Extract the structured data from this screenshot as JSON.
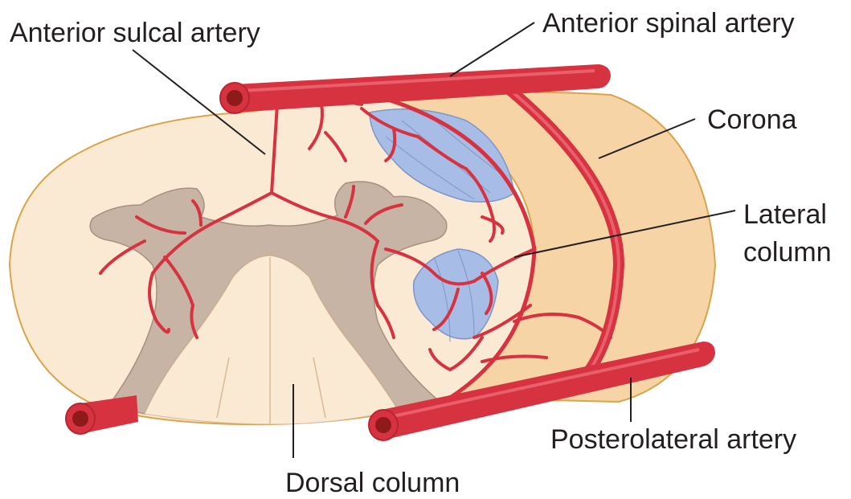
{
  "labels": {
    "anterior_sulcal_artery": "Anterior sulcal artery",
    "anterior_spinal_artery": "Anterior spinal artery",
    "corona": "Corona",
    "lateral_line1": "Lateral",
    "lateral_line2": "column",
    "posterolateral_artery": "Posterolateral artery",
    "dorsal_column": "Dorsal column"
  },
  "colors": {
    "background": "#ffffff",
    "cord_cross_section": "#fbead3",
    "cord_outline": "#d9a44a",
    "cord_side_surface": "#f6d4a6",
    "gray_matter": "#c8b4a4",
    "gray_matter_outline": "#a89080",
    "artery": "#d7323f",
    "artery_light": "#e8606b",
    "vessel_lumen": "#8e1a1a",
    "corticospinal_tract": "#a8bde6",
    "label_text": "#231f20",
    "leader_line": "#231f20"
  }
}
